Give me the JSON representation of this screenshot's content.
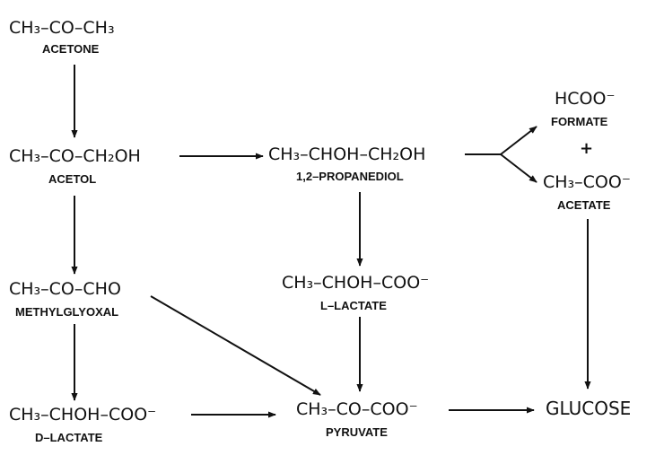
{
  "nodes": {
    "acetone": {
      "formula": "CH₃–CO–CH₃",
      "label": "ACETONE"
    },
    "acetol": {
      "formula": "CH₃–CO–CH₂OH",
      "label": "ACETOL"
    },
    "propanediol": {
      "formula": "CH₃–CHOH–CH₂OH",
      "label": "1,2–PROPANEDIOL"
    },
    "formate": {
      "formula": "HCOO⁻",
      "label": "FORMATE"
    },
    "acetate": {
      "formula": "CH₃–COO⁻",
      "label": "ACETATE"
    },
    "methylglyoxal": {
      "formula": "CH₃–CO–CHO",
      "label": "METHYLGLYOXAL"
    },
    "l_lactate": {
      "formula": "CH₃–CHOH–COO⁻",
      "label": "L–LACTATE"
    },
    "d_lactate": {
      "formula": "CH₃–CHOH–COO⁻",
      "label": "D–LACTATE"
    },
    "pyruvate": {
      "formula": "CH₃–CO–COO⁻",
      "label": "PYRUVATE"
    },
    "glucose": {
      "formula": "GLUCOSE",
      "label": ""
    }
  },
  "plus_sign": "+"
}
